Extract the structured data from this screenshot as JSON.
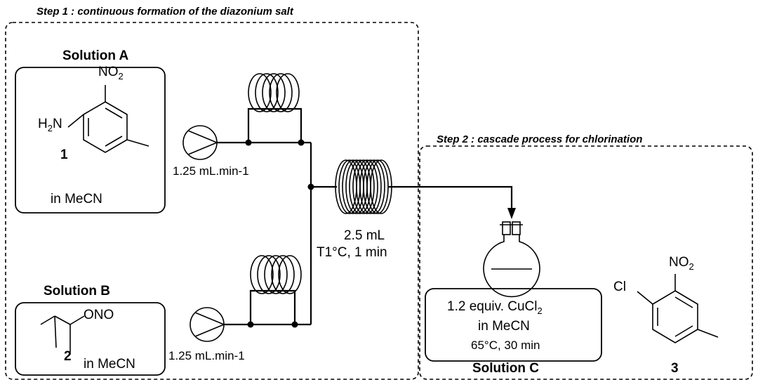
{
  "step1": {
    "title": "Step 1 : continuous formation of the diazonium salt"
  },
  "step2": {
    "title": "Step 2 : cascade process for chlorination"
  },
  "solution_a": {
    "header": "Solution A",
    "amine_label": "H2N",
    "nitro_label": "NO2",
    "compound_number": "1",
    "solvent": "in MeCN"
  },
  "solution_b": {
    "header": "Solution B",
    "ono_label": "ONO",
    "compound_number": "2",
    "solvent": "in MeCN"
  },
  "pump_a": {
    "flow_rate": "1.25 mL.min-1"
  },
  "pump_b": {
    "flow_rate": "1.25 mL.min-1"
  },
  "reactor": {
    "volume": "2.5 mL",
    "conditions": "T1°C, 1 min"
  },
  "solution_c": {
    "line1": "1.2 equiv. CuCl2",
    "line2": "in MeCN",
    "conditions": "65°C, 30 min",
    "header": "Solution C"
  },
  "product": {
    "chloro_label": "Cl",
    "nitro_label": "NO2",
    "compound_number": "3"
  }
}
